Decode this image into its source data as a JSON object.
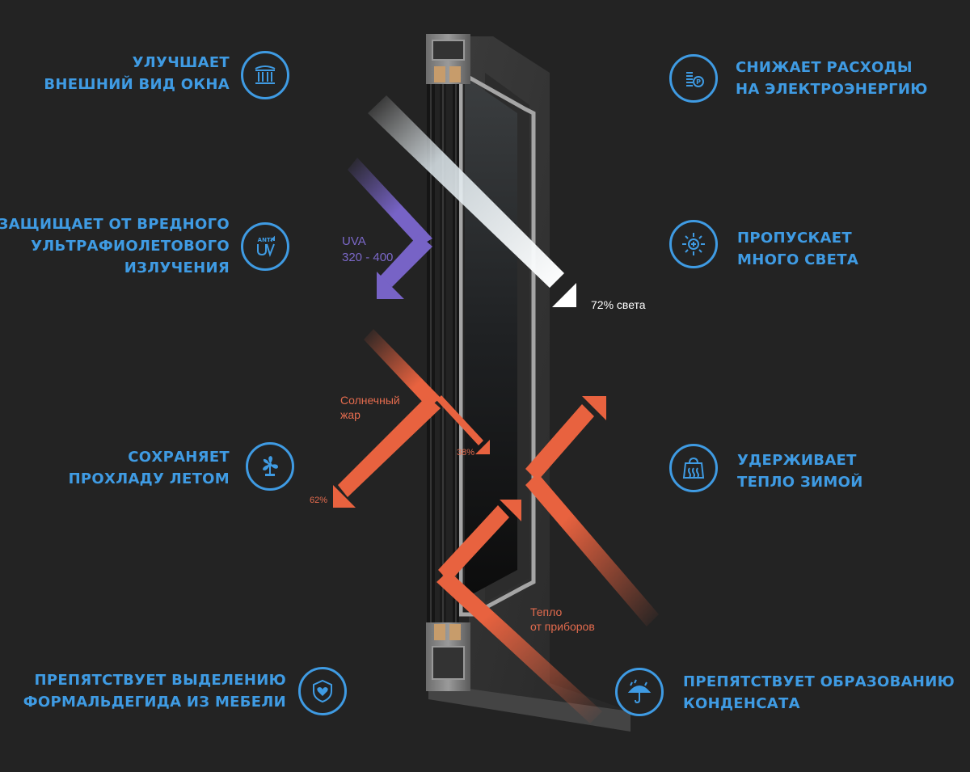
{
  "colors": {
    "background": "#232323",
    "accent_blue": "#3f9be3",
    "uv_purple": "#7763c6",
    "heat_orange": "#e8623f",
    "light_white": "#ffffff",
    "label_purple": "#7b68c8",
    "label_orange": "#e36b4e"
  },
  "features_left": [
    {
      "lines": [
        "Улучшает",
        "внешний вид окна"
      ],
      "icon": "column-icon"
    },
    {
      "lines": [
        "Защищает от вредного",
        "ультрафиолетового",
        "излучения"
      ],
      "icon": "anti-uv-icon"
    },
    {
      "lines": [
        "Сохраняет",
        "прохладу летом"
      ],
      "icon": "fan-icon"
    },
    {
      "lines": [
        "Препятствует выделению",
        "формальдегида из мебели"
      ],
      "icon": "shield-heart-icon"
    }
  ],
  "features_right": [
    {
      "lines": [
        "Снижает расходы",
        "на электроэнергию"
      ],
      "icon": "energy-coin-icon"
    },
    {
      "lines": [
        "Пропускает",
        "много света"
      ],
      "icon": "sun-icon"
    },
    {
      "lines": [
        "Удерживает",
        "тепло зимой"
      ],
      "icon": "heat-bag-icon"
    },
    {
      "lines": [
        "Препятствует образованию",
        "конденсата"
      ],
      "icon": "umbrella-rain-icon"
    }
  ],
  "labels": {
    "uva": [
      "UVA",
      "320 - 400"
    ],
    "light": "72% света",
    "solar_heat": [
      "Солнечный",
      "жар"
    ],
    "pct_38": "38%",
    "pct_62": "62%",
    "device_heat": [
      "Тепло",
      "от приборов"
    ]
  }
}
